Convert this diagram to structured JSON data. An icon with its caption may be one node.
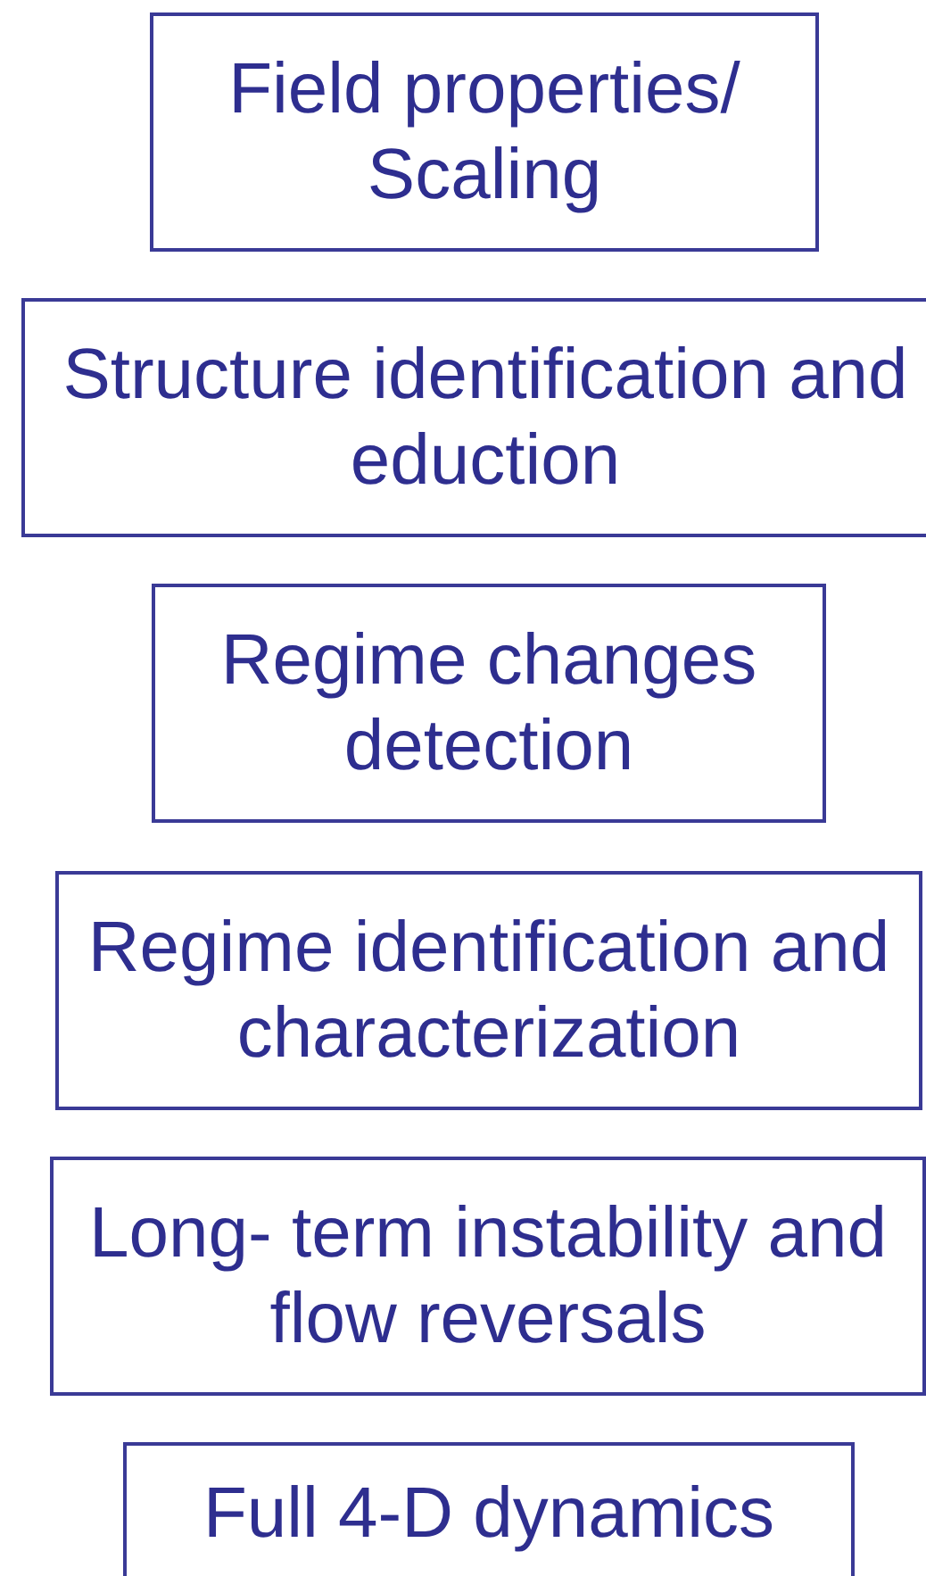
{
  "diagram": {
    "nodes": [
      {
        "text": [
          "Field properties/ Scaling"
        ]
      },
      {
        "text": [
          "Structure identification and eduction"
        ]
      },
      {
        "text": [
          "Regime changes detection"
        ]
      },
      {
        "text": [
          "Regime identification and characterization"
        ]
      },
      {
        "text": [
          "Long- term instability and flow reversals"
        ]
      },
      {
        "text": [
          "Full 4-D dynamics"
        ]
      }
    ]
  }
}
